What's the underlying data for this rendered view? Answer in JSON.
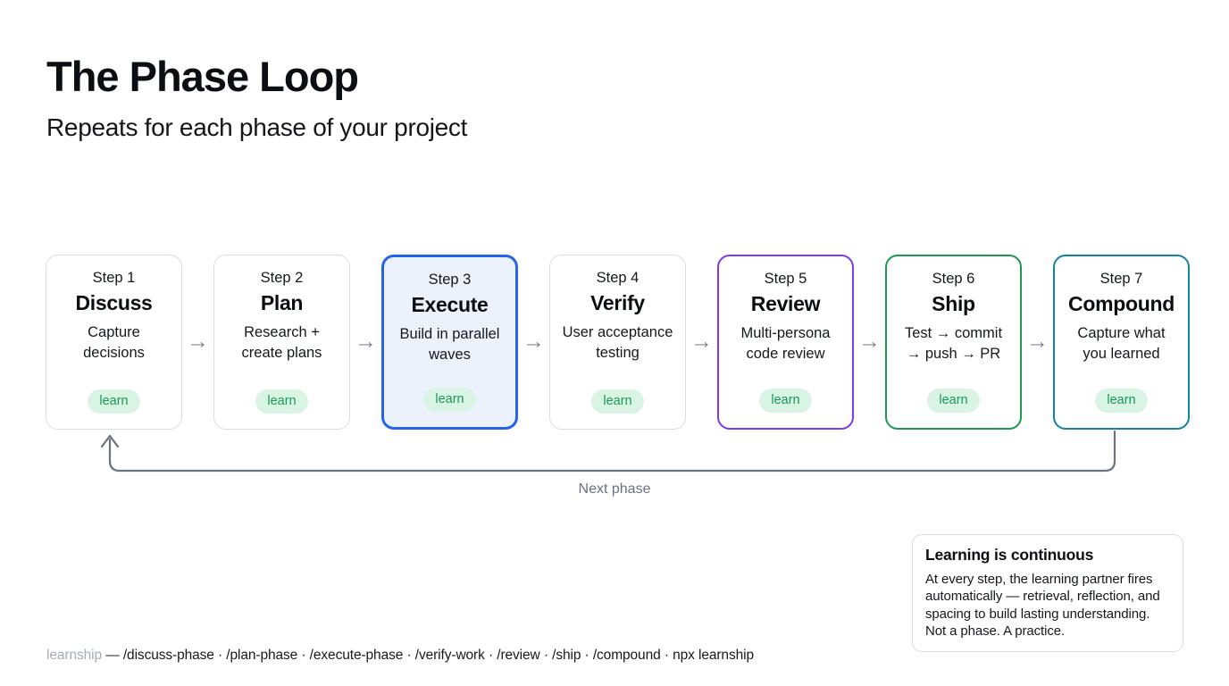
{
  "header": {
    "title": "The Phase Loop",
    "subtitle": "Repeats for each phase of your project"
  },
  "flow": {
    "arrow_glyph": "→",
    "steps": [
      {
        "step": "Step 1",
        "name": "Discuss",
        "desc": "Capture decisions",
        "badge": "learn",
        "border_color": "#d8dee6",
        "bg_color": "#ffffff",
        "border_width": "1.5px"
      },
      {
        "step": "Step 2",
        "name": "Plan",
        "desc": "Research + create plans",
        "badge": "learn",
        "border_color": "#d8dee6",
        "bg_color": "#ffffff",
        "border_width": "1.5px"
      },
      {
        "step": "Step 3",
        "name": "Execute",
        "desc": "Build in parallel waves",
        "badge": "learn",
        "border_color": "#2563eb",
        "bg_color": "#ebf2fc",
        "border_width": "3px"
      },
      {
        "step": "Step 4",
        "name": "Verify",
        "desc": "User acceptance testing",
        "badge": "learn",
        "border_color": "#d8dee6",
        "bg_color": "#ffffff",
        "border_width": "1.5px"
      },
      {
        "step": "Step 5",
        "name": "Review",
        "desc": "Multi-persona code review",
        "badge": "learn",
        "border_color": "#7c3aed",
        "bg_color": "#ffffff",
        "border_width": "2.5px"
      },
      {
        "step": "Step 6",
        "name": "Ship",
        "desc": "Test → commit → push → PR",
        "badge": "learn",
        "border_color": "#1a9a4c",
        "bg_color": "#ffffff",
        "border_width": "2.5px"
      },
      {
        "step": "Step 7",
        "name": "Compound",
        "desc": "Capture what you learned",
        "badge": "learn",
        "border_color": "#1283a0",
        "bg_color": "#ffffff",
        "border_width": "2.5px"
      }
    ]
  },
  "loop": {
    "label": "Next phase",
    "line_color": "#6b7280"
  },
  "note": {
    "title": "Learning is continuous",
    "body": "At every step, the learning partner fires automatically — retrieval, reflection, and spacing to build lasting understanding. Not a phase. A practice."
  },
  "footer": {
    "brand": "learnship",
    "separator": " — ",
    "commands": "/discuss-phase · /plan-phase · /execute-phase · /verify-work · /review · /ship · /compound · npx learnship"
  }
}
